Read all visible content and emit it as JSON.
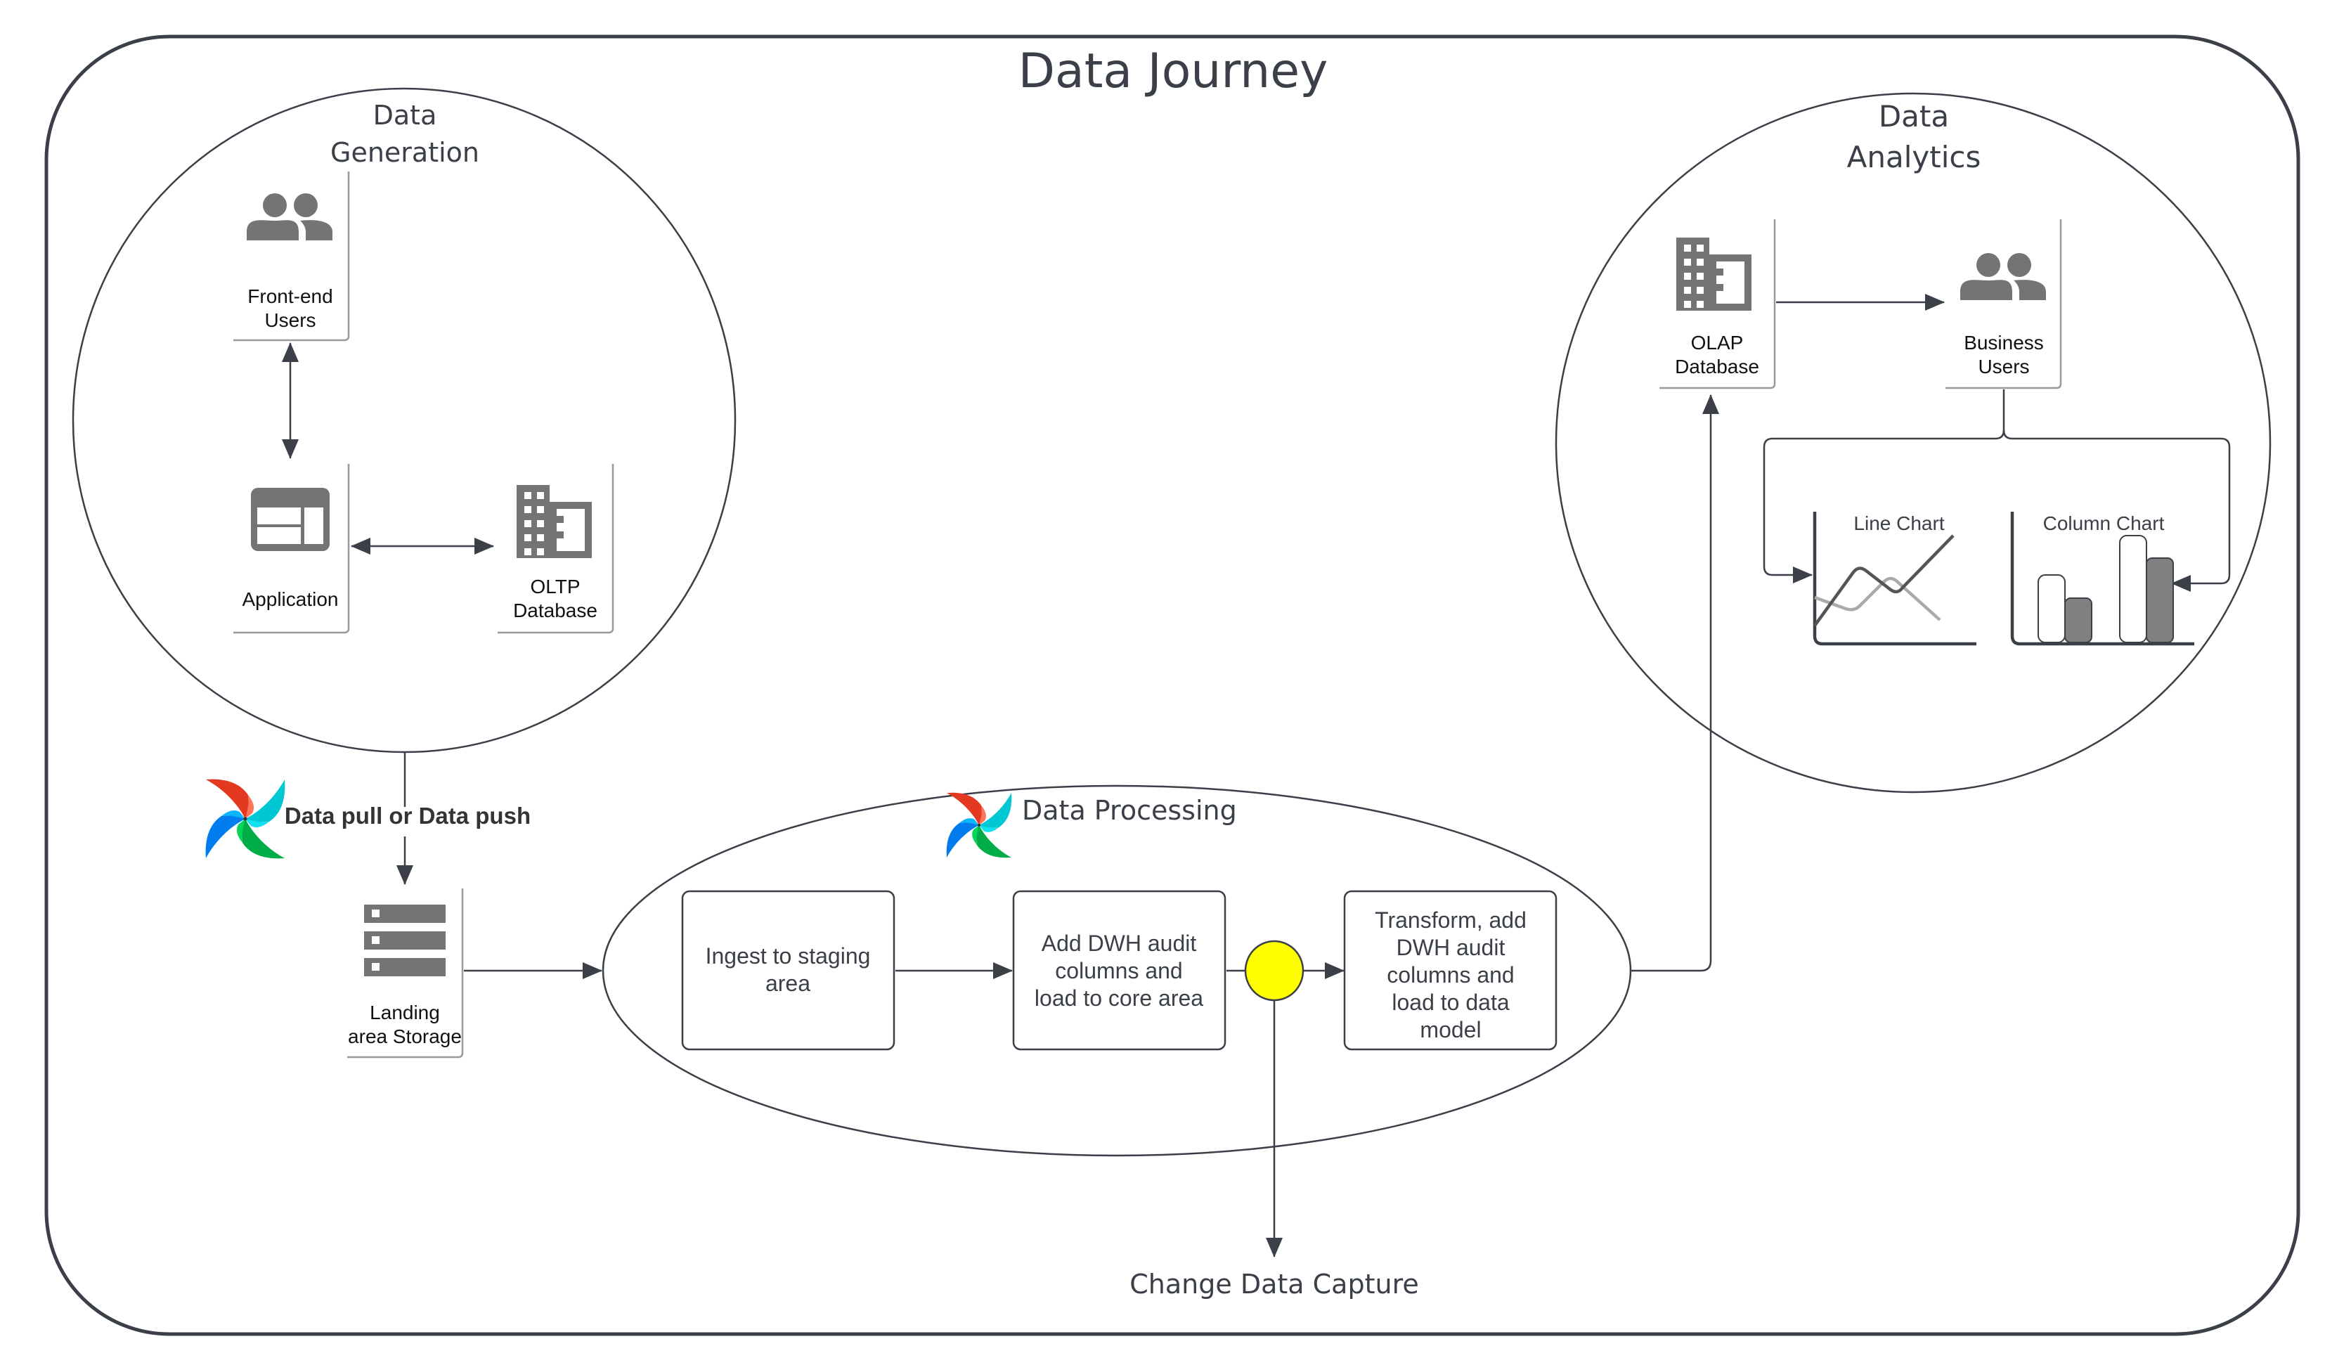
{
  "title": "Data Journey",
  "colors": {
    "stroke": "#3a3f48",
    "icon_gray": "#747474",
    "cdc_node": "#ffff00",
    "airflow_red": "#e43921",
    "airflow_cyan": "#00c7d4",
    "airflow_blue": "#017cee",
    "airflow_green": "#00ad46"
  },
  "groups": {
    "generation": {
      "label_line1": "Data",
      "label_line2": "Generation"
    },
    "processing": {
      "label": "Data Processing",
      "icon": "airflow-pinwheel-icon"
    },
    "analytics": {
      "label_line1": "Data",
      "label_line2": "Analytics"
    }
  },
  "nodes": {
    "frontend_users": {
      "line1": "Front-end",
      "line2": "Users",
      "icon": "users-icon"
    },
    "application": {
      "line1": "Application",
      "icon": "app-window-icon"
    },
    "oltp": {
      "line1": "OLTP",
      "line2": "Database",
      "icon": "building-icon"
    },
    "landing": {
      "line1": "Landing",
      "line2": "area Storage",
      "icon": "server-storage-icon"
    },
    "olap": {
      "line1": "OLAP",
      "line2": "Database",
      "icon": "building-icon"
    },
    "business_users": {
      "line1": "Business",
      "line2": "Users",
      "icon": "users-icon"
    }
  },
  "edges": {
    "extract_label": "Data pull or Data push",
    "extract_icon": "airflow-pinwheel-icon",
    "cdc_label": "Change Data Capture"
  },
  "steps": [
    {
      "lines": [
        "Ingest to staging",
        "area"
      ]
    },
    {
      "lines": [
        "Add DWH audit",
        "columns and",
        "load to core area"
      ]
    },
    {
      "lines": [
        "Transform, add",
        "DWH audit",
        "columns and",
        "load to data",
        "model"
      ]
    }
  ],
  "charts": {
    "line_chart": {
      "label": "Line Chart",
      "icon": "line-chart-icon"
    },
    "column_chart": {
      "label": "Column Chart",
      "icon": "column-chart-icon"
    }
  }
}
